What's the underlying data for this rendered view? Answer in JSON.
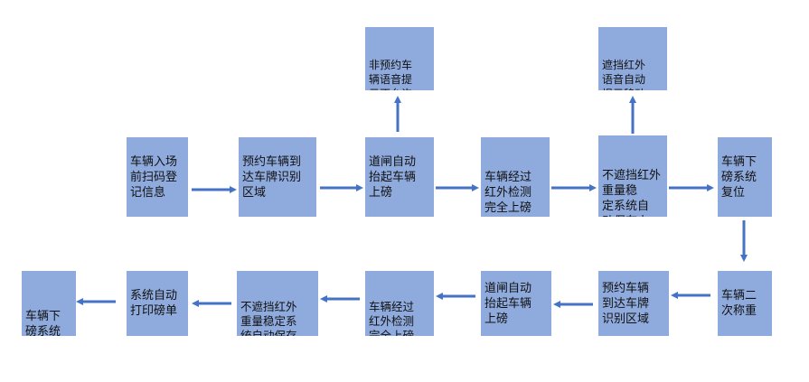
{
  "colors": {
    "box_fill": "#8faadc",
    "arrow": "#4472c4",
    "text": "#111111"
  },
  "nodes": {
    "n1": "车辆入场\n前扫码登\n记信息",
    "n2": "预约车辆到\n达车牌识别\n区域",
    "n3": "道闸自动\n抬起车辆\n上磅",
    "n3_top": "非预约车\n辆语音提\n示不允许\n上磅",
    "n4": "车辆经过\n红外检测\n完全上磅\n道闸自动\n落下",
    "n5": "不遮挡红外\n重量稳\n定系统自\n动保存上\n磅道闸抬",
    "n5_top": "遮挡红外\n语音自动\n提示移动\n车辆",
    "n6": "车辆下\n磅系统\n复位",
    "n7": "车辆二\n次称重",
    "n8": "预约车辆\n到达车牌\n识别区域",
    "n9": "道闸自动\n抬起车辆\n上磅",
    "n10": "车辆经过\n红外检测\n完全上磅\n道闸自动\n抬起",
    "n11": "不遮挡红外\n重量稳定系\n统自动保存\n上磅道闸抬\n起",
    "n12": "系统自动\n打印磅单",
    "n13": "车辆下\n磅系统\n复位"
  }
}
